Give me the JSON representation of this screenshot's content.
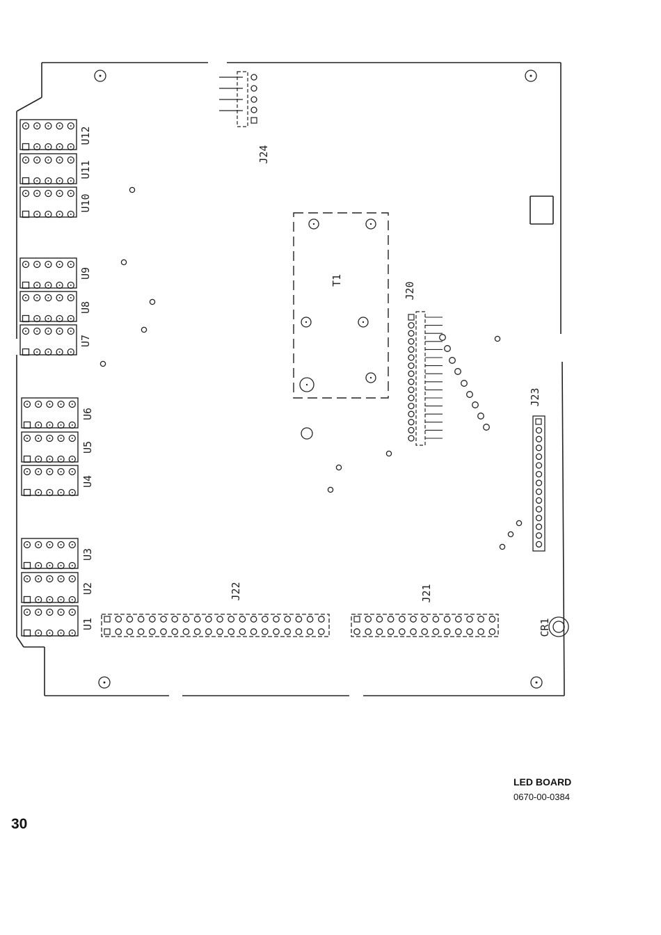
{
  "caption": {
    "title": "LED BOARD",
    "part_number": "0670-00-0384"
  },
  "page_number": "30",
  "components": {
    "ic": [
      {
        "ref": "U12",
        "label": "U12"
      },
      {
        "ref": "U11",
        "label": "U11"
      },
      {
        "ref": "U10",
        "label": "U10"
      },
      {
        "ref": "U9",
        "label": "U9"
      },
      {
        "ref": "U8",
        "label": "U8"
      },
      {
        "ref": "U7",
        "label": "U7"
      },
      {
        "ref": "U6",
        "label": "U6"
      },
      {
        "ref": "U5",
        "label": "U5"
      },
      {
        "ref": "U4",
        "label": "U4"
      },
      {
        "ref": "U3",
        "label": "U3"
      },
      {
        "ref": "U2",
        "label": "U2"
      },
      {
        "ref": "U1",
        "label": "U1"
      }
    ],
    "connectors": [
      {
        "ref": "J24",
        "label": "J24"
      },
      {
        "ref": "J20",
        "label": "J20"
      },
      {
        "ref": "J23",
        "label": "J23"
      },
      {
        "ref": "J22",
        "label": "J22"
      },
      {
        "ref": "J21",
        "label": "J21"
      }
    ],
    "transformer": {
      "ref": "T1",
      "label": "T1"
    },
    "buzzer": {
      "ref": "CR1",
      "label": "CR1"
    }
  },
  "colors": {
    "ink": "#222222",
    "paper": "#ffffff"
  }
}
